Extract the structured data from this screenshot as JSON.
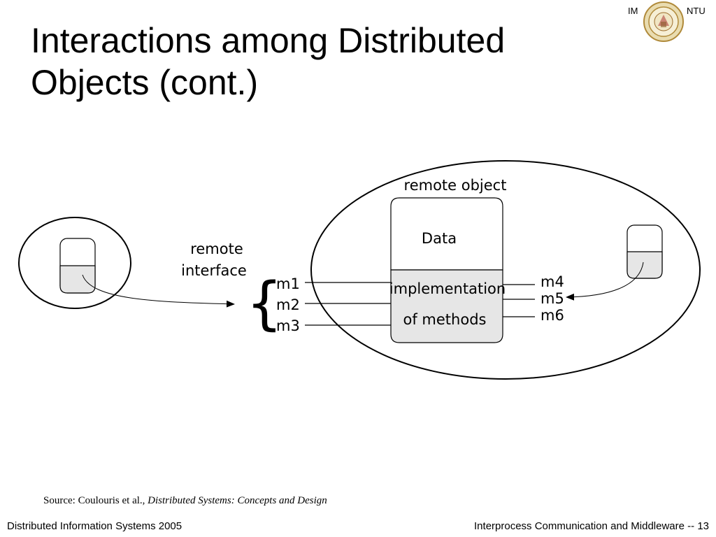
{
  "header": {
    "logo_left": "IM",
    "logo_right": "NTU"
  },
  "title": {
    "line1": "Interactions among Distributed",
    "line2": "Objects (cont.)"
  },
  "diagram": {
    "remote_object_label": "remote object",
    "data_label": "Data",
    "impl_line1": "implementation",
    "impl_line2": "of methods",
    "interface_line1": "remote",
    "interface_line2": "interface",
    "brace": "{",
    "methods_left": [
      "m1",
      "m2",
      "m3"
    ],
    "methods_right": [
      "m4",
      "m5",
      "m6"
    ]
  },
  "source": {
    "prefix": "Source: Coulouris et al., ",
    "book": "Distributed Systems: Concepts and Design"
  },
  "footer": {
    "left": "Distributed Information Systems 2005",
    "right": "Interprocess Communication and Middleware -- 13"
  },
  "colors": {
    "fill_grey": "#e6e6e6",
    "seal_gold": "#c8a24a"
  }
}
